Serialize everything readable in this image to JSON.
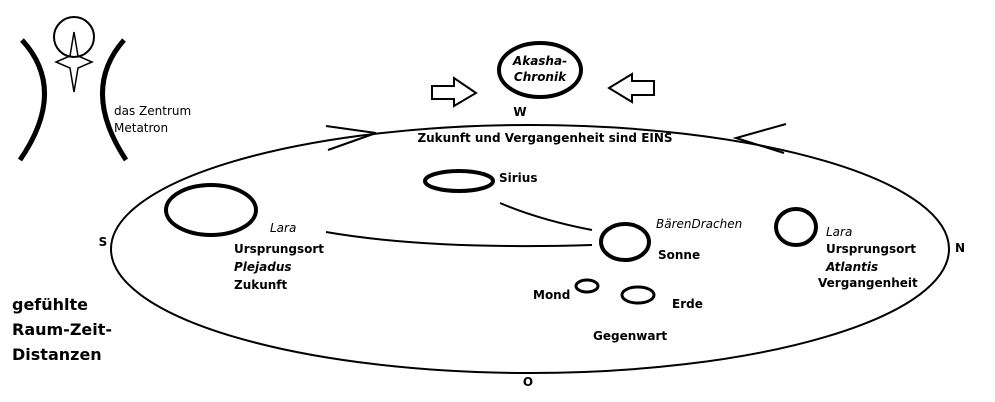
{
  "metatron": {
    "line1": "das Zentrum",
    "line2": "Metatron"
  },
  "akasha": {
    "line1": "Akasha-",
    "line2": "Chronik"
  },
  "directions": {
    "west": "W",
    "east": "O",
    "south": "S",
    "north": "N"
  },
  "top_caption": "Zukunft und Vergangenheit sind EINS",
  "sirius": "Sirius",
  "baerendrachen": "BärenDrachen",
  "sonne": "Sonne",
  "mond": "Mond",
  "erde": "Erde",
  "gegenwart": "Gegenwart",
  "lara_left": {
    "name": "Lara",
    "origin": "Ursprungsort",
    "place": "Plejadus",
    "time": "Zukunft"
  },
  "lara_right": {
    "name": "Lara",
    "origin": "Ursprungsort",
    "place": "Atlantis",
    "time": "Vergangenheit"
  },
  "side_caption": {
    "line1": "gefühlte",
    "line2": "Raum-Zeit-",
    "line3": "Distanzen"
  },
  "colors": {
    "ink": "#000000",
    "background": "#ffffff"
  }
}
